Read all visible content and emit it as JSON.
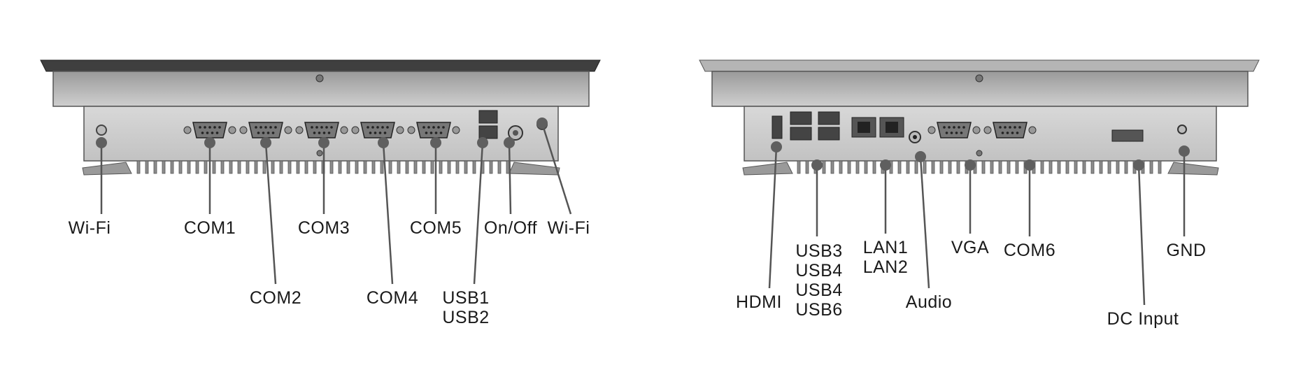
{
  "left_panel": {
    "labels": {
      "wifi_left": "Wi-Fi",
      "com1": "COM1",
      "com2": "COM2",
      "com3": "COM3",
      "com4": "COM4",
      "com5": "COM5",
      "usb1": "USB1",
      "usb2": "USB2",
      "onoff": "On/Off",
      "wifi_right": "Wi-Fi"
    }
  },
  "right_panel": {
    "labels": {
      "hdmi": "HDMI",
      "usb_group": [
        "USB3",
        "USB4",
        "USB4",
        "USB6"
      ],
      "lan1": "LAN1",
      "lan2": "LAN2",
      "audio": "Audio",
      "vga": "VGA",
      "com6": "COM6",
      "dc_input": "DC Input",
      "gnd": "GND"
    }
  }
}
